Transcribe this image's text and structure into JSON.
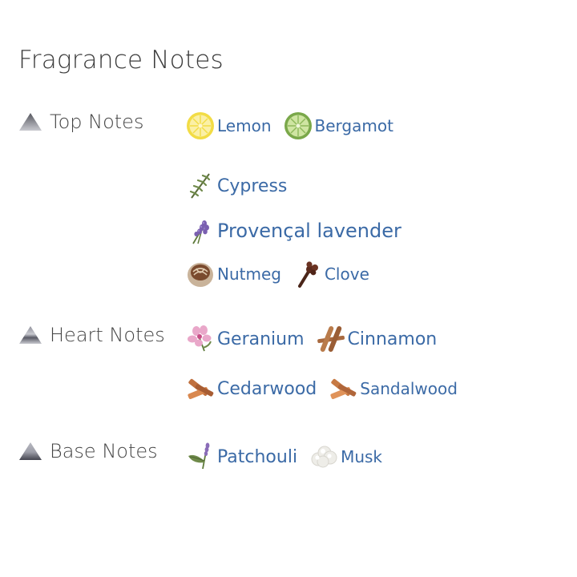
{
  "title": "Fragrance Notes",
  "accent_color": "#3b6aa6",
  "tiers": [
    {
      "label": "Top Notes",
      "rows": [
        [
          {
            "label": "Lemon",
            "icon": "lemon-icon"
          },
          {
            "label": "Bergamot",
            "icon": "bergamot-icon"
          }
        ],
        [
          {
            "label": "Cypress",
            "icon": "cypress-icon"
          }
        ],
        [
          {
            "label": "Provençal lavender",
            "icon": "lavender-icon"
          }
        ],
        [
          {
            "label": "Nutmeg",
            "icon": "nutmeg-icon"
          },
          {
            "label": "Clove",
            "icon": "clove-icon"
          }
        ]
      ]
    },
    {
      "label": "Heart Notes",
      "rows": [
        [
          {
            "label": "Geranium",
            "icon": "geranium-icon"
          },
          {
            "label": "Cinnamon",
            "icon": "cinnamon-icon"
          }
        ],
        [
          {
            "label": "Cedarwood",
            "icon": "cedarwood-icon"
          },
          {
            "label": "Sandalwood",
            "icon": "sandalwood-icon"
          }
        ]
      ]
    },
    {
      "label": "Base Notes",
      "rows": [
        [
          {
            "label": "Patchouli",
            "icon": "patchouli-icon"
          },
          {
            "label": "Musk",
            "icon": "musk-icon"
          }
        ]
      ]
    }
  ]
}
